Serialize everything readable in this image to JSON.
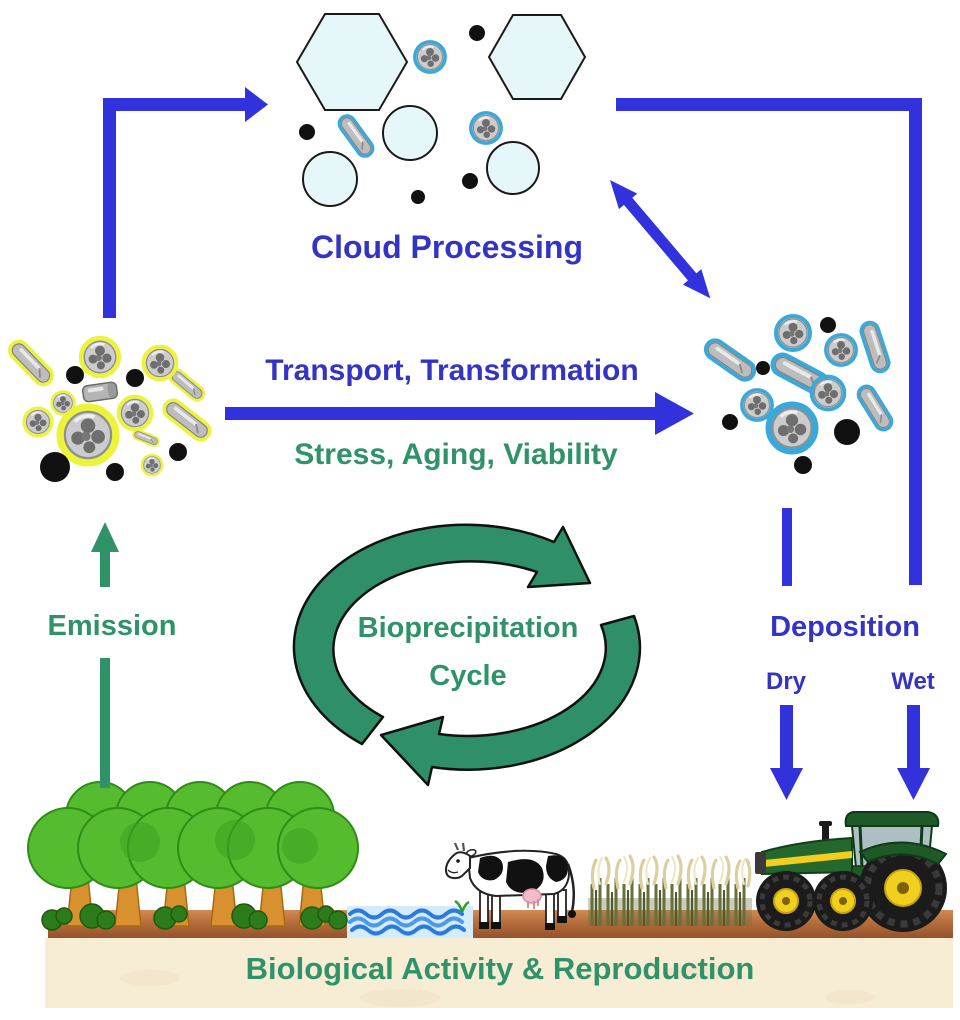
{
  "diagram": {
    "labels": {
      "cloud_processing": "Cloud Processing",
      "transport_transformation": "Transport, Transformation",
      "stress_aging_viability": "Stress, Aging, Viability",
      "cycle_line1": "Bioprecipitation",
      "cycle_line2": "Cycle",
      "emission": "Emission",
      "deposition": "Deposition",
      "dry": "Dry",
      "wet": "Wet",
      "biological_activity": "Biological Activity & Reproduction"
    },
    "colors": {
      "arrow_blue": "#3232dc",
      "label_blue": "#3434c4",
      "label_green": "#2f9268",
      "cycle_arrow_green": "#2f8f68",
      "fresh_particle_outline_yellow": "#edf23a",
      "aged_particle_outline_cyan": "#3aa8d8",
      "cloud_shape_fill": "#e6f7f9",
      "soil_brown": "#a9663a",
      "ground_cream": "#f7ecd4"
    },
    "icons": {
      "ice_crystal_icon": "light-blue hexagon",
      "cloud_droplet_icon": "light-blue circle",
      "spore_particle_icon": "grey textured sphere",
      "rod_particle_icon": "grey capsule rod",
      "soot_particle_icon": "black dot",
      "cycle_arrows_icon": "two green curved arrows forming a loop",
      "landscape_icons": "trees, bushes, stream, cow, wheat field, tractor"
    },
    "flows": [
      {
        "from": "fresh aerosols",
        "to": "cloud",
        "arrow": "blue elbow up-right"
      },
      {
        "from": "cloud",
        "to": "aged aerosols",
        "arrow": "blue double-headed diagonal"
      },
      {
        "from": "fresh aerosols",
        "to": "aged aerosols",
        "arrow": "blue horizontal"
      },
      {
        "from": "surface biosphere",
        "to": "fresh aerosols",
        "arrow": "green up (Emission)"
      },
      {
        "from": "aged aerosols",
        "to": "surface",
        "arrow": "blue down (Dry deposition)"
      },
      {
        "from": "cloud",
        "to": "surface",
        "arrow": "blue down right edge (Wet deposition)"
      }
    ]
  }
}
